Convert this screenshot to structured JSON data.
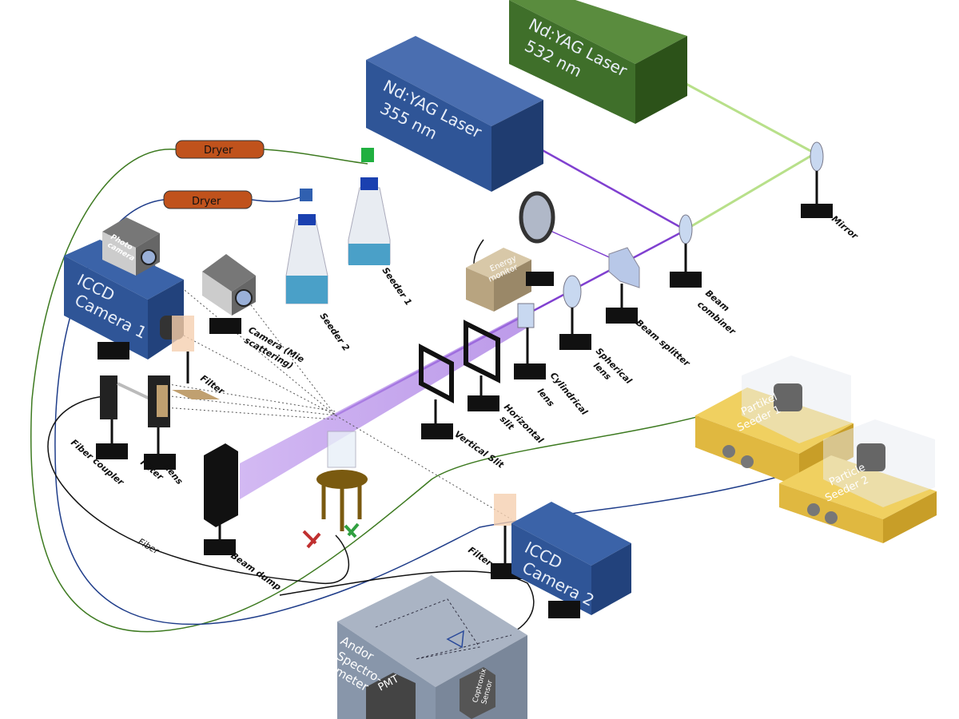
{
  "colors": {
    "laser355": "#2f5597",
    "laser532": "#3f6f2a",
    "beam355": "#8040d0",
    "beam532": "#b8e08a",
    "seeder_box": "#e6c040",
    "spectrometer": "#8896aa",
    "dryer": "#c0521c"
  },
  "labels": {
    "laser532_l1": "Nd:YAG Laser",
    "laser532_l2": "532 nm",
    "laser355_l1": "Nd:YAG Laser",
    "laser355_l2": "355 nm",
    "dryer1": "Dryer",
    "dryer2": "Dryer",
    "seeder1": "Seeder 1",
    "seeder2": "Seeder 2",
    "photo_camera_l1": "Photo",
    "photo_camera_l2": "camera",
    "iccd1_l1": "ICCD",
    "iccd1_l2": "Camera 1",
    "mie_camera_l1": "Camera (Mie",
    "mie_camera_l2": "scattering)",
    "energy_l1": "Energy",
    "energy_l2": "monitor",
    "mirror": "Mirror",
    "beam_combiner_l1": "Beam",
    "beam_combiner_l2": "combiner",
    "beam_splitter": "Beam splitter",
    "spherical_l1": "Spherical",
    "spherical_l2": "lens",
    "cylindrical_l1": "Cylindrical",
    "cylindrical_l2": "lens",
    "horizontal_l1": "Horizontal",
    "horizontal_l2": "slit",
    "vertical_slit": "Vertical Slit",
    "filter_top": "Filter",
    "fiber_coupler": "Fiber coupler",
    "filter_left": "Filter",
    "lens": "Lens",
    "beam_dump": "Beam dump",
    "fiber": "Fiber",
    "partikel_l1": "Partikel",
    "partikel_l2": "Seeder 1",
    "particle_l1": "Particle",
    "particle_l2": "Seeder 2",
    "filter_right": "Filter",
    "iccd2_l1": "ICCD",
    "iccd2_l2": "Camera 2",
    "andor_l1": "Andor",
    "andor_l2": "Spectro-",
    "andor_l3": "meter",
    "pmt": "PMT",
    "coptronix_l1": "Coptronix",
    "coptronix_l2": "Sensor"
  }
}
